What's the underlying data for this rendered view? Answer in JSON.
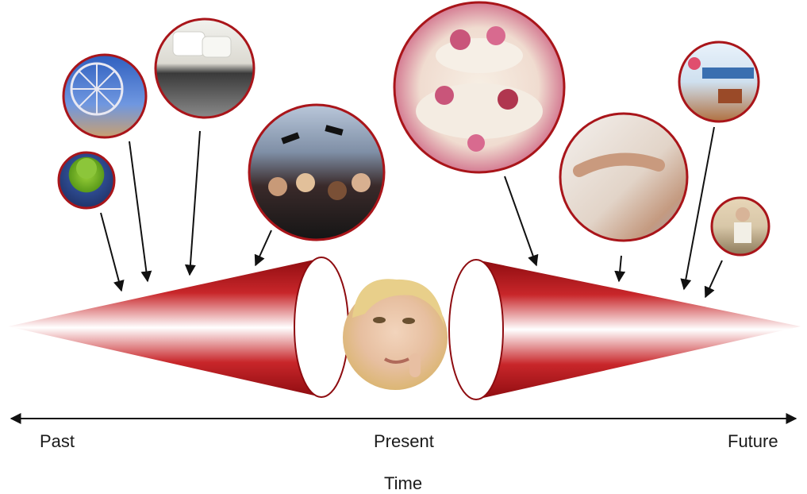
{
  "timeline": {
    "past_label": "Past",
    "present_label": "Present",
    "future_label": "Future",
    "axis_label": "Time"
  },
  "colors": {
    "cone_red": "#b3151b",
    "circle_border": "#a9151a",
    "arrow": "#111111"
  },
  "photos": {
    "past": [
      "green-apple-on-books",
      "ferris-wheel",
      "car-with-luggage",
      "graduation-celebration"
    ],
    "present": [
      "thoughtful-young-woman"
    ],
    "future": [
      "wedding-cake-with-roses",
      "pregnant-belly",
      "retirement-party",
      "elderly-person"
    ]
  }
}
